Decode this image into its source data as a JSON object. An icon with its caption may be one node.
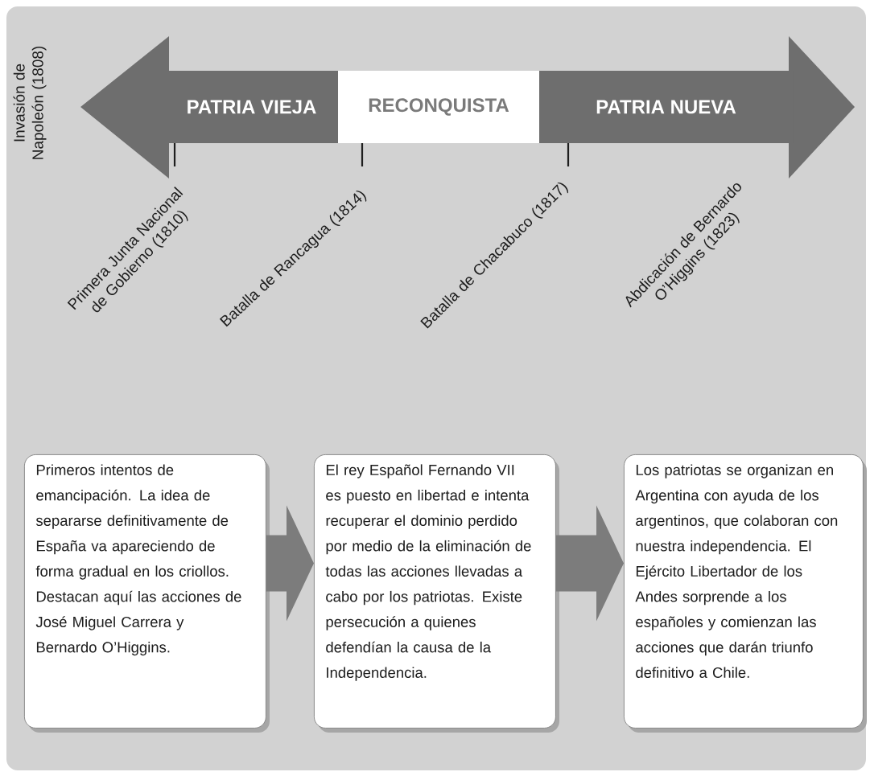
{
  "diagram": {
    "nodes": [
      {
        "text": [
          "PATRIA VIEJA"
        ]
      },
      {
        "text": [
          "RECONQUISTA"
        ]
      },
      {
        "text": [
          "PATRIA NUEVA"
        ]
      },
      {
        "text": [
          "Primeros intentos de emancipación. La idea de separarse definitivamente de España va apareciendo de forma gradual en los criollos. Destacan aquí las acciones de José Miguel Carrera y Bernardo O’Higgins."
        ]
      },
      {
        "text": [
          "El rey Español Fernando VII es puesto en libertad e intenta recuperar el dominio perdido por medio de la eliminación de todas las acciones llevadas a cabo por los patriotas. Existe persecución a quienes defendían la causa de la Independencia."
        ]
      },
      {
        "text": [
          "Los patriotas se organizan en Argentina con ayuda de los argentinos, que colaboran con nuestra independencia. El Ejército Libertador de los Andes sorprende a los españoles y comienzan las acciones que darán triunfo definitivo a Chile."
        ]
      }
    ],
    "edges": [
      {
        "from": 3,
        "to": 4,
        "arrow": "to"
      },
      {
        "from": 4,
        "to": 5,
        "arrow": "to"
      }
    ],
    "labels": [
      "Invasión de Napoleón (1808)",
      "Primera Junta Nacional de Gobierno (1810)",
      "Batalla de Rancagua (1814)",
      "Batalla de Chacabuco (1817)",
      "Abdicación de Bernardo O’Higgins (1823)"
    ]
  }
}
